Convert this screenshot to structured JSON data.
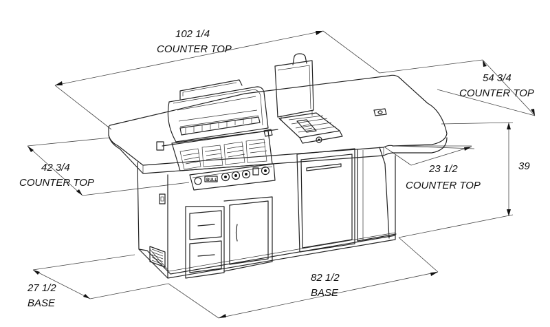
{
  "labels": {
    "top_width_value": "102 1/4",
    "top_width_unit": "COUNTER TOP",
    "top_right_value": "54 3/4",
    "top_right_unit": "COUNTER TOP",
    "left_depth_value": "42 3/4",
    "left_depth_unit": "COUNTER TOP",
    "bar_depth_value": "23 1/2",
    "bar_depth_unit": "COUNTER TOP",
    "height_value": "39",
    "base_depth_value": "27 1/2",
    "base_depth_unit": "BASE",
    "base_width_value": "82 1/2",
    "base_width_unit": "BASE"
  },
  "brand_badge": "BULL"
}
